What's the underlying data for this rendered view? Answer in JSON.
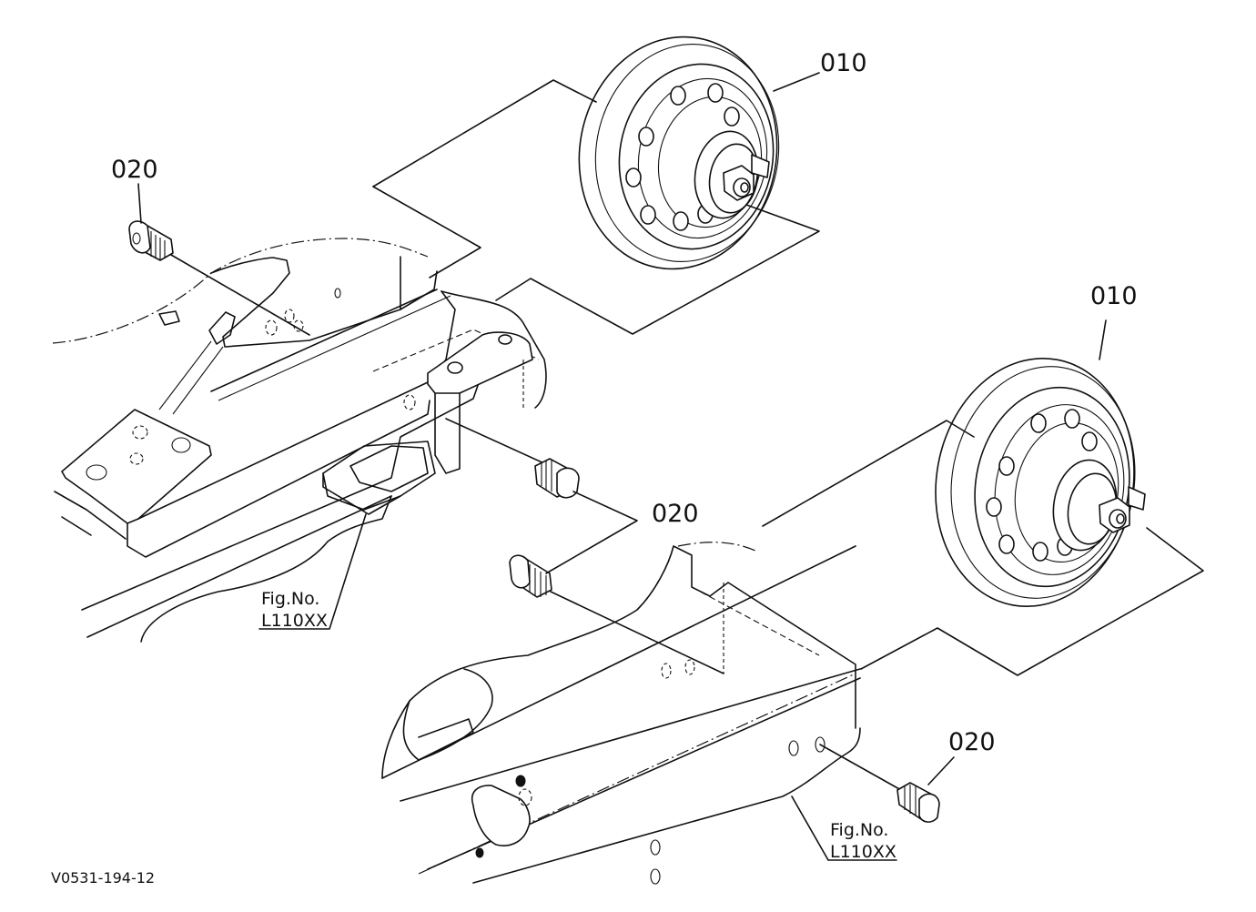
{
  "callouts": {
    "wheel_upper": "010",
    "wheel_lower": "010",
    "bolt_top_left": "020",
    "bolt_middle": "020",
    "bolt_bottom_right": "020"
  },
  "figure_refs": [
    {
      "line1": "Fig.No.",
      "line2": "L110XX"
    },
    {
      "line1": "Fig.No.",
      "line2": "L110XX"
    }
  ],
  "drawing_code": "V0531-194-12"
}
